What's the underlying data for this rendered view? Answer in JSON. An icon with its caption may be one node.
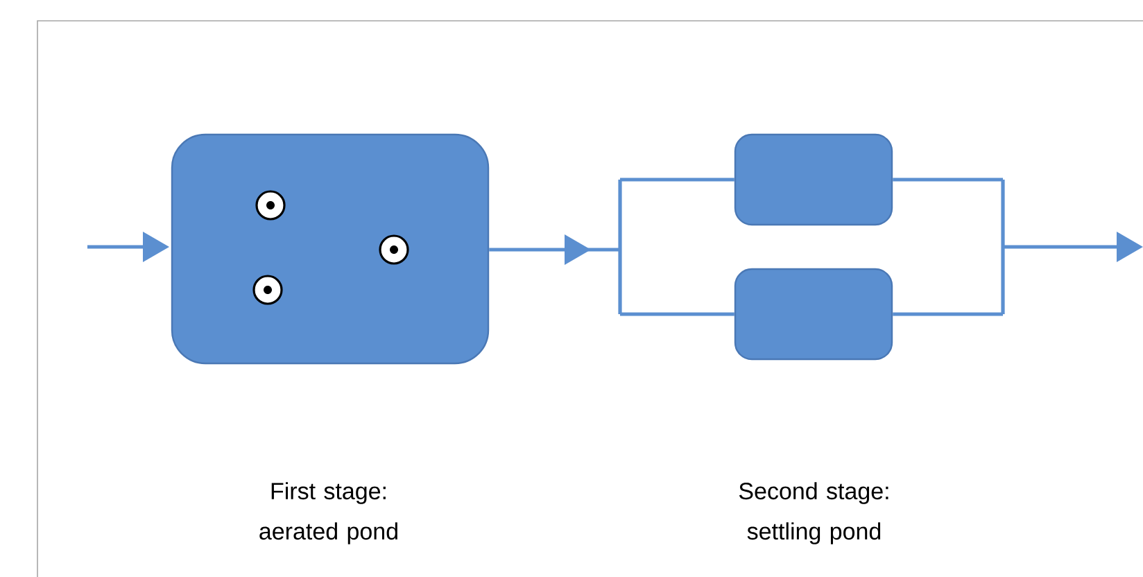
{
  "diagram": {
    "nodes": [
      {
        "text": [],
        "shape": "box"
      },
      {
        "text": [],
        "shape": "box"
      },
      {
        "text": [],
        "shape": "box"
      }
    ],
    "edges": [
      {
        "from": null,
        "to": 0,
        "arrow": "to"
      },
      {
        "from": 0,
        "to": 1,
        "arrow": "to"
      },
      {
        "from": 0,
        "to": 2,
        "arrow": "to"
      },
      {
        "from": 1,
        "to": null,
        "arrow": "to"
      },
      {
        "from": 2,
        "to": null,
        "arrow": "to"
      }
    ],
    "labels": [
      "First stage: aerated pond",
      "Second stage: settling pond"
    ]
  }
}
